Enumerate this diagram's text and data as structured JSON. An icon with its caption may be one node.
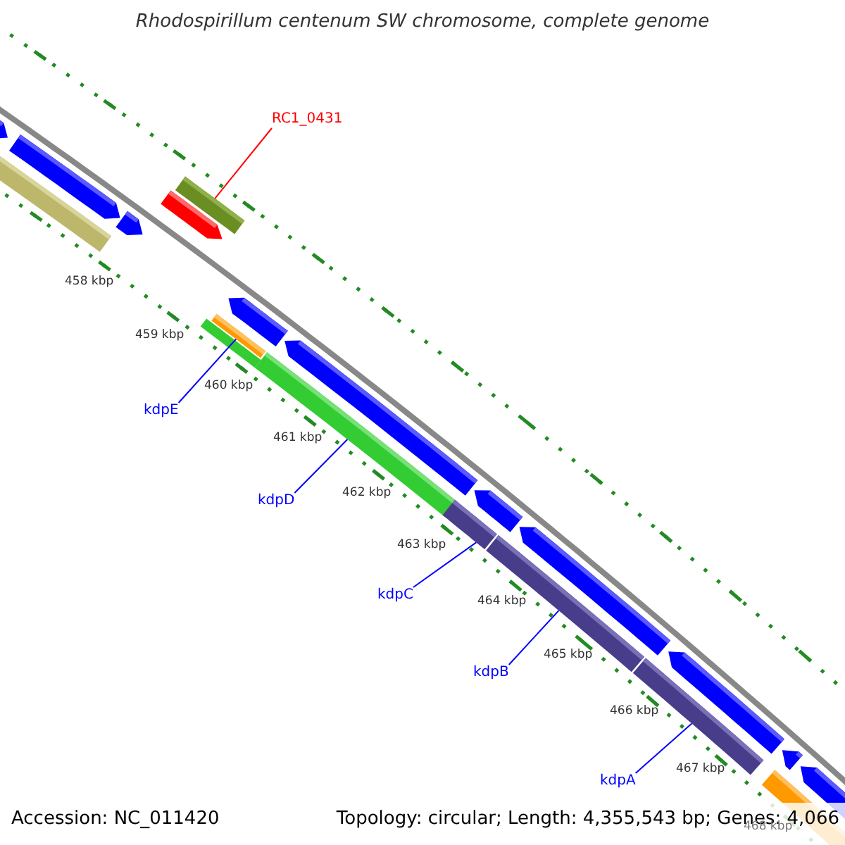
{
  "diagram": {
    "title": "Rhodospirillum centenum SW chromosome, complete genome",
    "nodes": [
      {
        "text": [
          "RC1_0431"
        ]
      },
      {
        "text": [],
        "shape": "bar"
      },
      {
        "text": [
          "kdpE"
        ]
      },
      {
        "text": [],
        "shape": "bar"
      },
      {
        "text": [
          "kdpD"
        ]
      },
      {
        "text": [],
        "shape": "bar"
      },
      {
        "text": [
          "kdpC"
        ]
      },
      {
        "text": [],
        "shape": "bar"
      },
      {
        "text": [
          "kdpB"
        ]
      },
      {
        "text": [],
        "shape": "bar"
      },
      {
        "text": [
          "kdpA"
        ]
      },
      {
        "text": [],
        "shape": "bar"
      }
    ],
    "edges": [
      {
        "from": 0,
        "to": 1,
        "arrow": "none",
        "color": "#ff0000"
      },
      {
        "from": 2,
        "to": 3,
        "arrow": "none"
      },
      {
        "from": 4,
        "to": 5,
        "arrow": "none"
      },
      {
        "from": 6,
        "to": 7,
        "arrow": "none"
      },
      {
        "from": 8,
        "to": 9,
        "arrow": "none"
      },
      {
        "from": 10,
        "to": 11,
        "arrow": "none"
      }
    ],
    "labels": [
      "458 kbp",
      "459 kbp",
      "460 kbp",
      "461 kbp",
      "462 kbp",
      "463 kbp",
      "464 kbp",
      "465 kbp",
      "466 kbp",
      "467 kbp",
      "468 kbp",
      "Accession: NC_011420",
      "Topology: circular; Length: 4,355,543 bp; Genes: 4,066"
    ]
  }
}
